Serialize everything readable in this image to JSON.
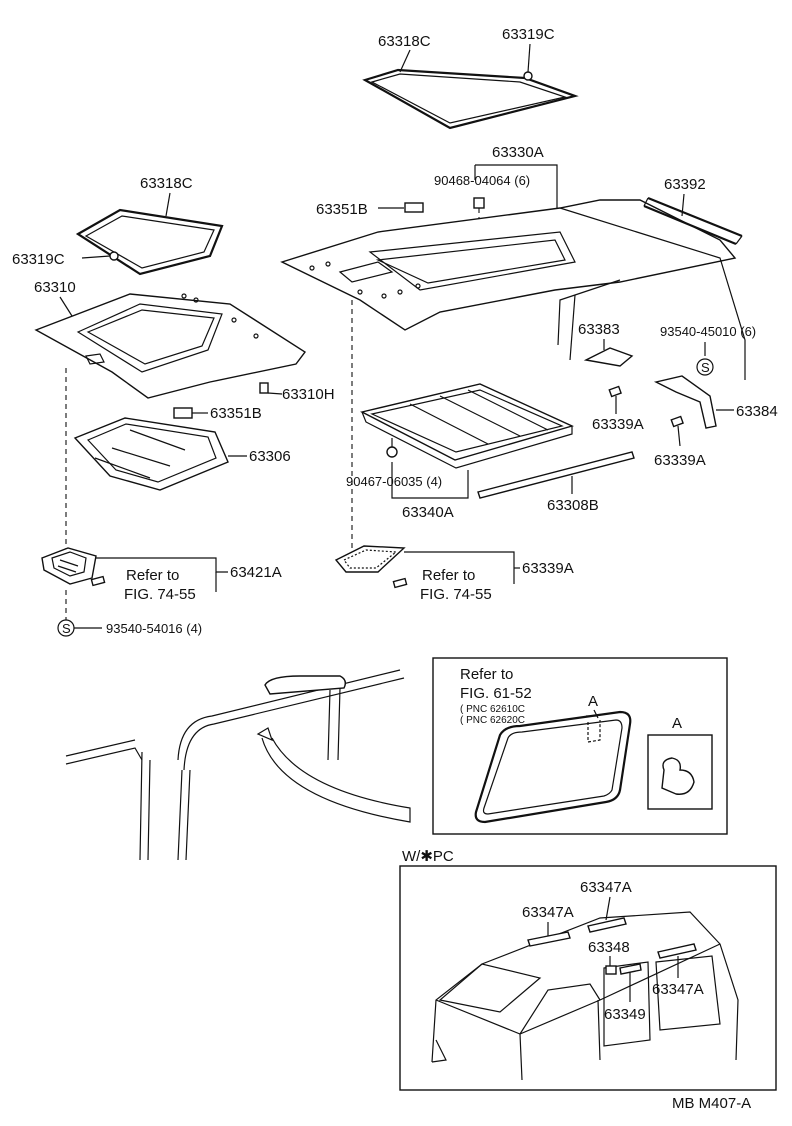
{
  "parts": {
    "p63318C_top": "63318C",
    "p63319C_top": "63319C",
    "p63330A": "63330A",
    "p90468": "90468-04064 (6)",
    "p63351B_top": "63351B",
    "p63392": "63392",
    "p63318C_left": "63318C",
    "p63319C_left": "63319C",
    "p63310": "63310",
    "p63310H": "63310H",
    "p63351B_left": "63351B",
    "p63306": "63306",
    "p63383": "63383",
    "p93540_45010": "93540-45010 (6)",
    "p63339A_a": "63339A",
    "p63384": "63384",
    "p63339A_b": "63339A",
    "p90467": "90467-06035 (4)",
    "p63340A": "63340A",
    "p63308B": "63308B",
    "p63421A": "63421A",
    "p63339A_c": "63339A",
    "p93540_54016": "93540-54016 (4)"
  },
  "refs": {
    "refer_to_1": "Refer to",
    "fig_1": "FIG. 74-55",
    "refer_to_2": "Refer to",
    "fig_2": "FIG. 74-55",
    "refer_to_3": "Refer to",
    "fig_3": "FIG. 61-52",
    "pnc_1": "( PNC 62610C",
    "pnc_2": "( PNC 62620C",
    "detail_a": "A",
    "detail_a_box": "A"
  },
  "inset": {
    "title": "W/✱PC",
    "p63347A_1": "63347A",
    "p63347A_2": "63347A",
    "p63348": "63348",
    "p63347A_3": "63347A",
    "p63349": "63349"
  },
  "footer": {
    "code": "MB  M407-A"
  },
  "symbols": {
    "s_mark": "S"
  }
}
